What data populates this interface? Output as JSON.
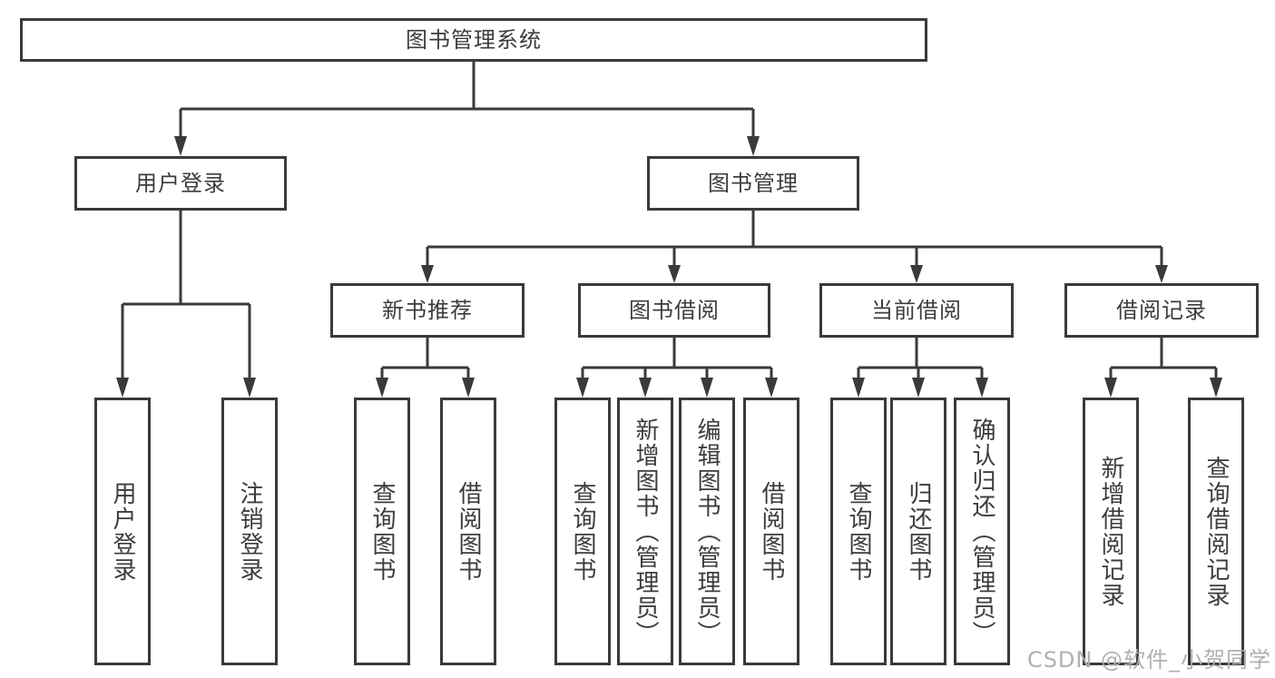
{
  "diagram": {
    "root": {
      "label": "图书管理系统"
    },
    "level2": [
      {
        "label": "用户登录"
      },
      {
        "label": "图书管理"
      }
    ],
    "level3": [
      {
        "label": "新书推荐"
      },
      {
        "label": "图书借阅"
      },
      {
        "label": "当前借阅"
      },
      {
        "label": "借阅记录"
      }
    ],
    "leaves": {
      "login": [
        "用户登录",
        "注销登录"
      ],
      "recommend": [
        "查询图书",
        "借阅图书"
      ],
      "borrow": [
        "查询图书",
        "新增图书（管理员）",
        "编辑图书（管理员）",
        "借阅图书"
      ],
      "current": [
        "查询图书",
        "归还图书",
        "确认归还（管理员）"
      ],
      "records": [
        "新增借阅记录",
        "查询借阅记录"
      ]
    }
  },
  "watermark": "CSDN @软件_小贺同学",
  "colors": {
    "line": "#3a3a3a",
    "text": "#3c3c3c",
    "watermark": "#acacac"
  }
}
